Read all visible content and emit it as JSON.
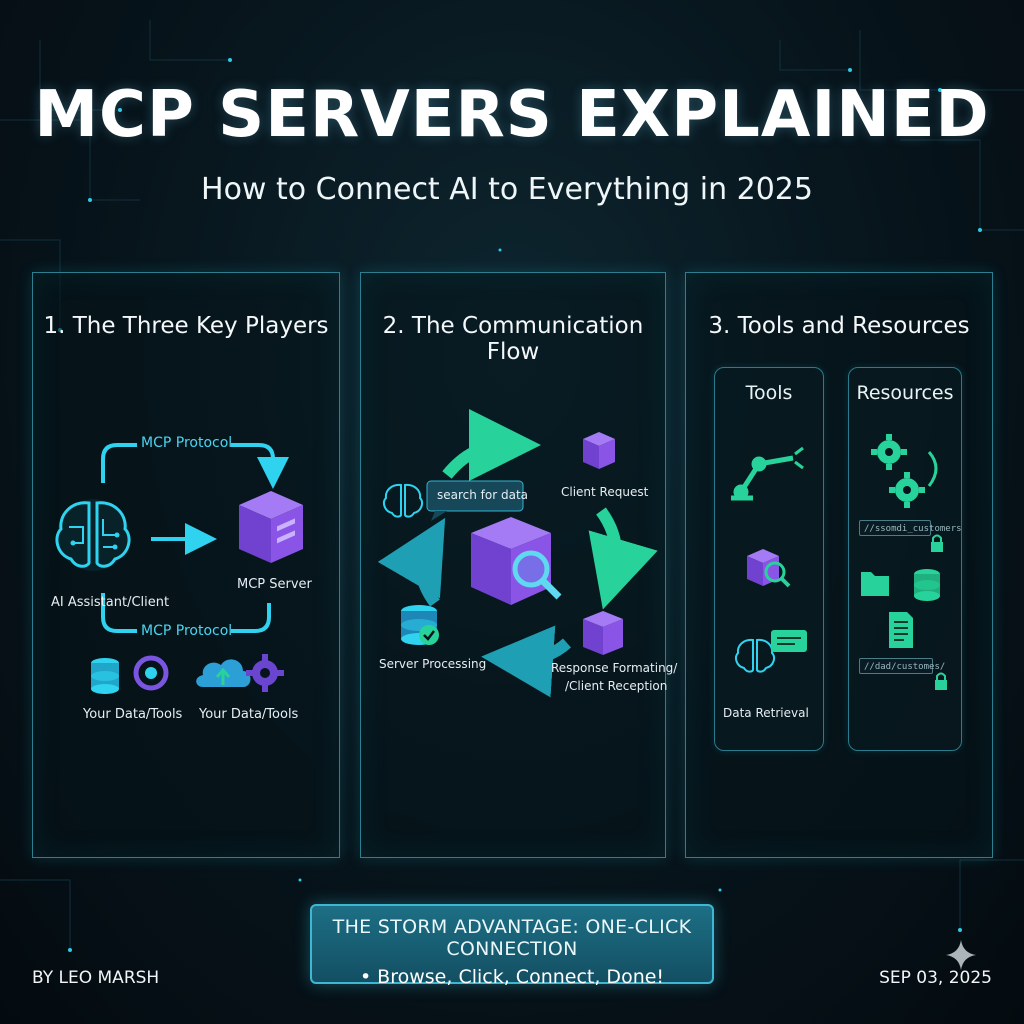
{
  "header": {
    "title": "MCP SERVERS EXPLAINED",
    "subtitle": "How to Connect AI to Everything in 2025"
  },
  "panels": [
    {
      "heading": "1. The Three Key Players",
      "labels": {
        "protocol_top": "MCP Protocol",
        "protocol_bottom": "MCP Protocol",
        "client": "AI Assistant/Client",
        "server": "MCP Server",
        "data_left": "Your Data/Tools",
        "data_right": "Your Data/Tools"
      }
    },
    {
      "heading": "2. The Communication Flow",
      "labels": {
        "bubble": "search for data",
        "client_request": "Client Request",
        "server_processing": "Server Processing",
        "response_line1": "Response Formating/",
        "response_line2": "/Client Reception"
      }
    },
    {
      "heading": "3. Tools and Resources",
      "tools_title": "Tools",
      "resources_title": "Resources",
      "data_retrieval": "Data Retrieval",
      "path_1": "//ssomdi_customers",
      "path_2": "//dad/customes/"
    }
  ],
  "banner": {
    "title": "THE STORM ADVANTAGE: ONE-CLICK CONNECTION",
    "point": "• Browse, Click, Connect, Done!"
  },
  "footer": {
    "author": "BY LEO MARSH",
    "date": "SEP 03, 2025"
  },
  "colors": {
    "accent_cyan": "#2fd3ef",
    "accent_green": "#27d39a",
    "accent_purple": "#8a55e6",
    "panel_border": "#2d7f8f"
  }
}
